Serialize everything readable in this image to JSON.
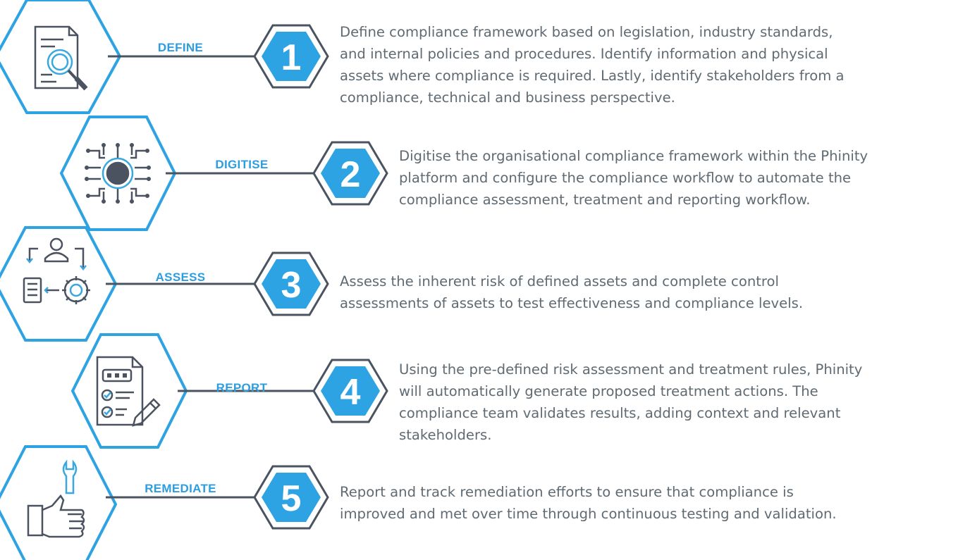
{
  "accent_blue": "#2ea3e3",
  "dark_gray": "#4b5360",
  "icon_blue": "#39a8e0",
  "steps": [
    {
      "number": "1",
      "label": "DEFINE",
      "icon": "document-magnifier-icon",
      "lines": [
        "Define compliance framework based on legislation, industry standards,",
        "and internal policies and procedures. Identify information and physical",
        "assets where compliance is required. Lastly, identify stakeholders from a",
        "compliance, technical and business perspective."
      ]
    },
    {
      "number": "2",
      "label": "DIGITISE",
      "icon": "circuit-chip-icon",
      "lines": [
        "Digitise the organisational compliance framework within the Phinity",
        "platform and configure the compliance workflow to automate the",
        "compliance assessment, treatment and reporting workflow."
      ]
    },
    {
      "number": "3",
      "label": "ASSESS",
      "icon": "person-gear-workflow-icon",
      "lines": [
        "Assess the inherent risk of defined assets and complete control",
        "assessments of assets to test effectiveness and compliance levels."
      ]
    },
    {
      "number": "4",
      "label": "REPORT",
      "icon": "checklist-pencil-icon",
      "lines": [
        "Using the pre-defined risk assessment and treatment rules, Phinity",
        "will automatically generate proposed treatment actions. The",
        "compliance team validates results, adding context and relevant",
        "stakeholders."
      ]
    },
    {
      "number": "5",
      "label": "REMEDIATE",
      "icon": "thumbs-up-wrench-icon",
      "lines": [
        "Report and track remediation efforts to ensure that compliance is",
        "improved and met over time through continuous testing and validation."
      ]
    }
  ]
}
